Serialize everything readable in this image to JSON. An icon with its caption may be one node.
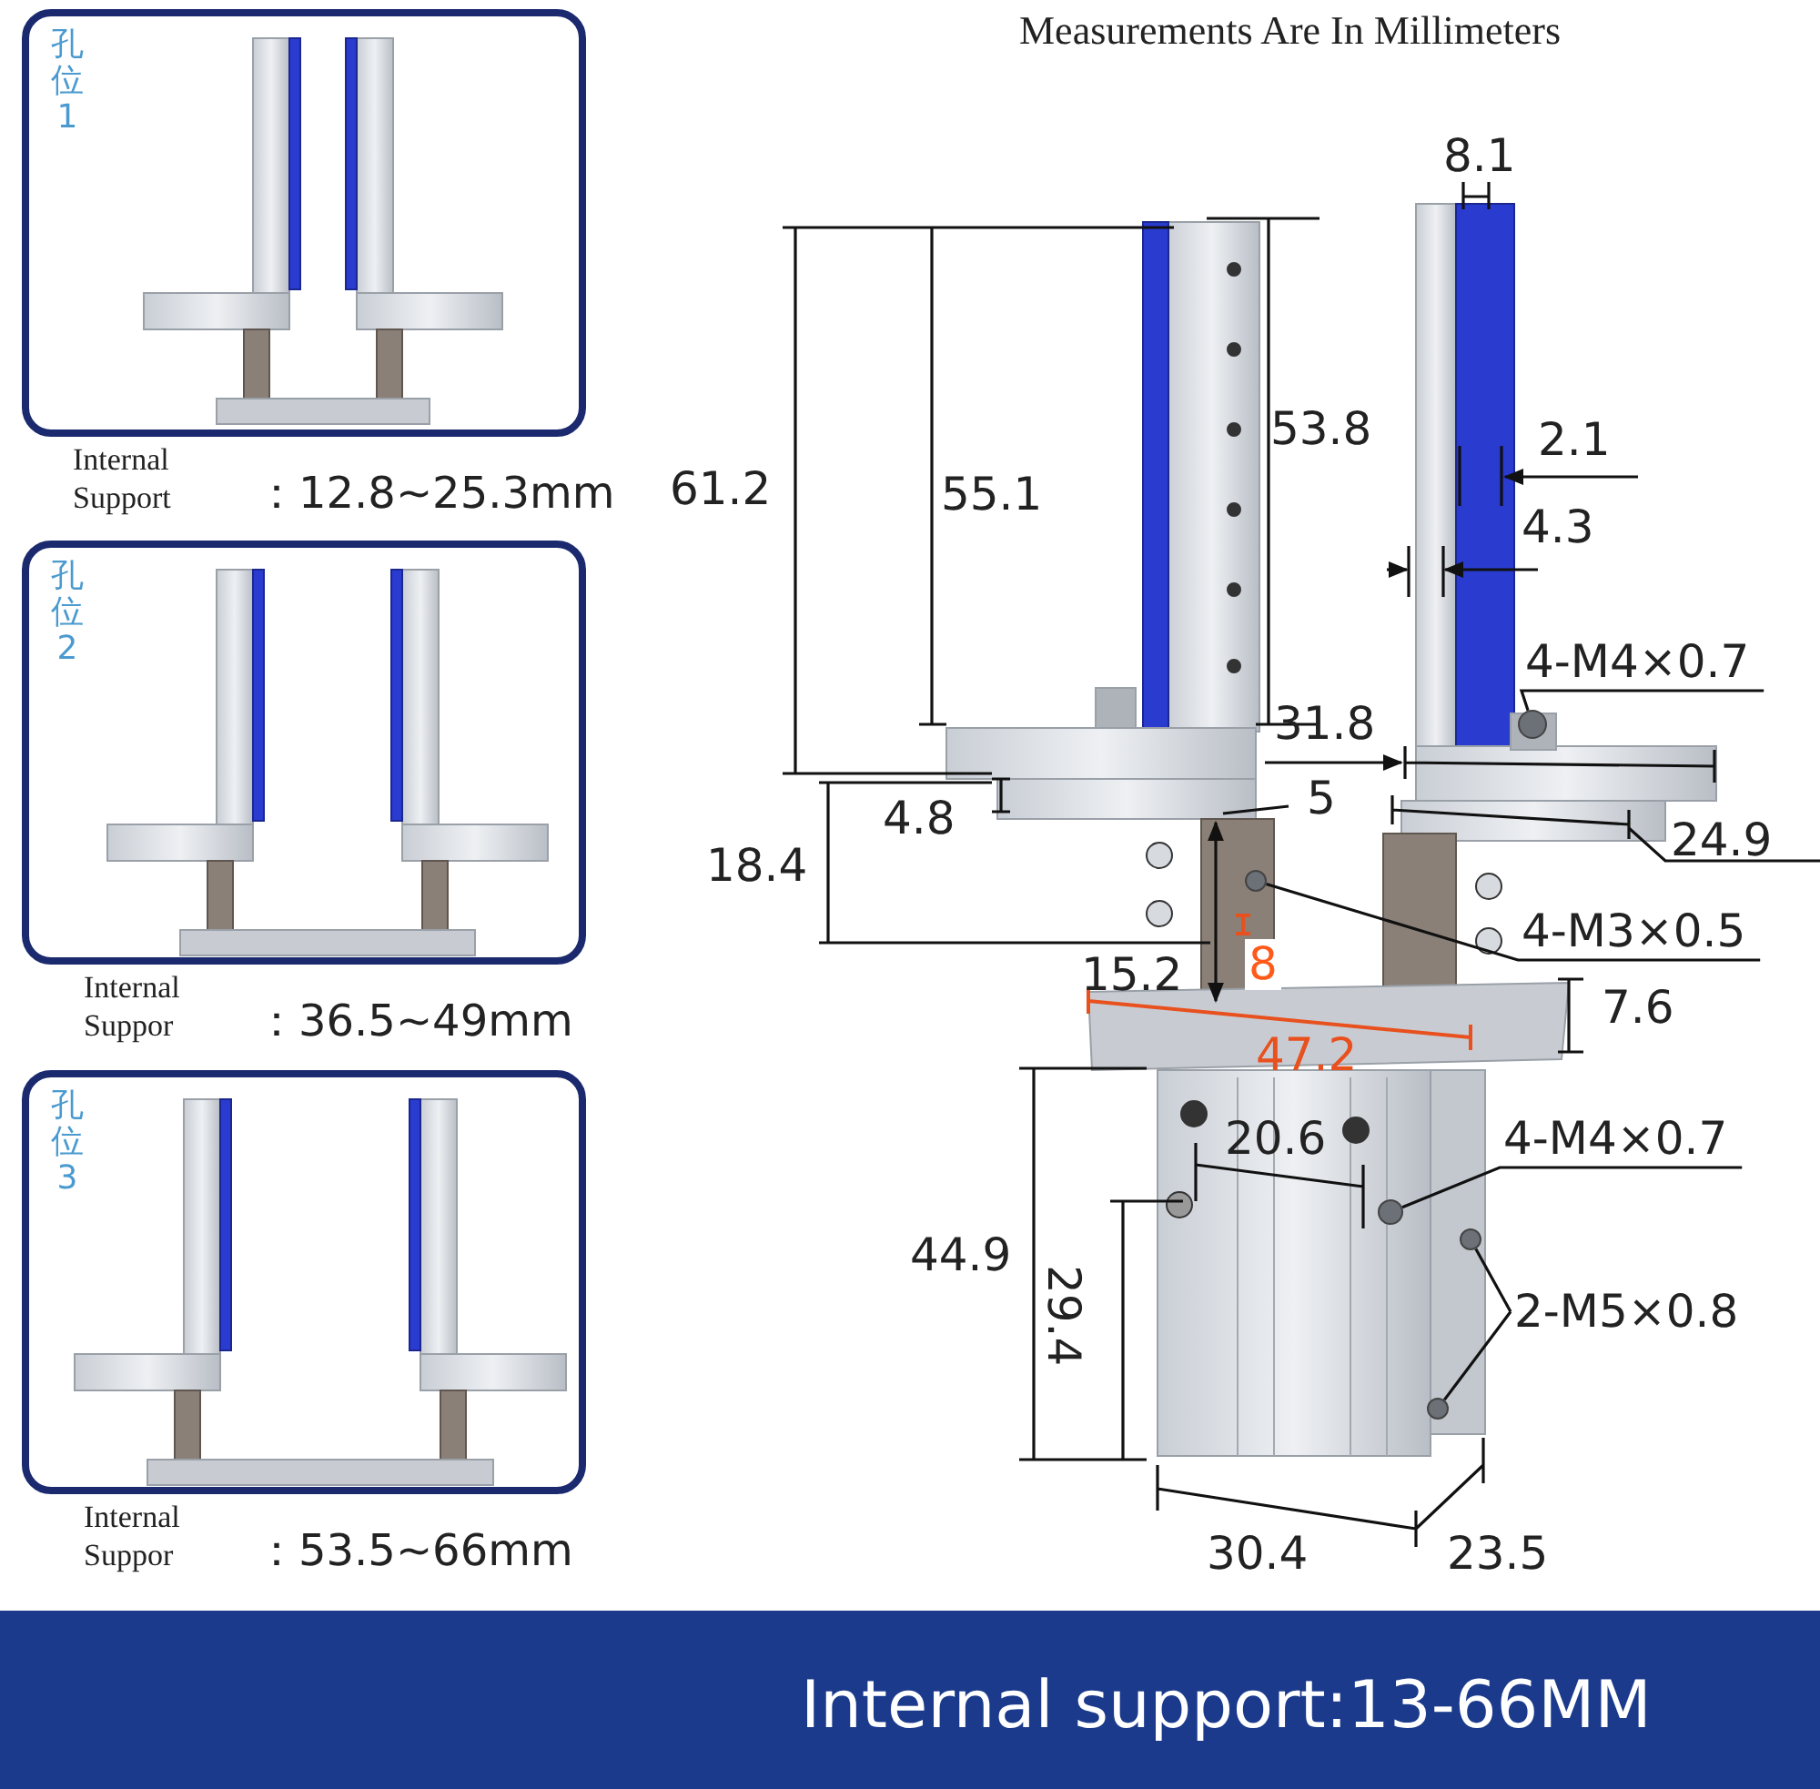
{
  "diagram": {
    "nodes": [
      {
        "text": [
          "孔位1"
        ],
        "beside": [
          "Internal Support",
          "：12.8~25.3mm"
        ]
      },
      {
        "text": [
          "孔位2"
        ],
        "beside": [
          "Internal Suppor",
          "：36.5~49mm"
        ]
      },
      {
        "text": [
          "孔位3"
        ],
        "beside": [
          "Internal Suppor",
          "：53.5~66mm"
        ]
      },
      {
        "text": [
          "4-M4×0.7"
        ]
      },
      {
        "text": [],
        "shape": "circle"
      },
      {
        "text": [
          "4-M3×0.5"
        ]
      },
      {
        "text": [],
        "shape": "circle"
      },
      {
        "text": [
          "4-M4×0.7"
        ]
      },
      {
        "text": [],
        "shape": "circle"
      },
      {
        "text": [
          "2-M5×0.8"
        ]
      },
      {
        "text": [],
        "shape": "circle"
      },
      {
        "text": [],
        "shape": "circle"
      }
    ],
    "edges": [
      {
        "from": 3,
        "to": 4,
        "arrow": "none"
      },
      {
        "from": 5,
        "to": 6,
        "arrow": "none"
      },
      {
        "from": 7,
        "to": 8,
        "arrow": "none"
      },
      {
        "from": 9,
        "to": 10,
        "arrow": "none"
      },
      {
        "from": 9,
        "to": 11,
        "arrow": "none"
      }
    ],
    "labels": [
      "Measurements Are In Millimeters",
      "8.1",
      "53.8",
      "61.2",
      "55.1",
      "2.1",
      "4.3",
      "31.8",
      "4.8",
      "5",
      "24.9",
      "18.4",
      "15.2",
      "8",
      "7.6",
      "47.2",
      "20.6",
      "44.9",
      "29.4",
      "30.4",
      "23.5",
      "Internal support:13-66MM"
    ]
  }
}
